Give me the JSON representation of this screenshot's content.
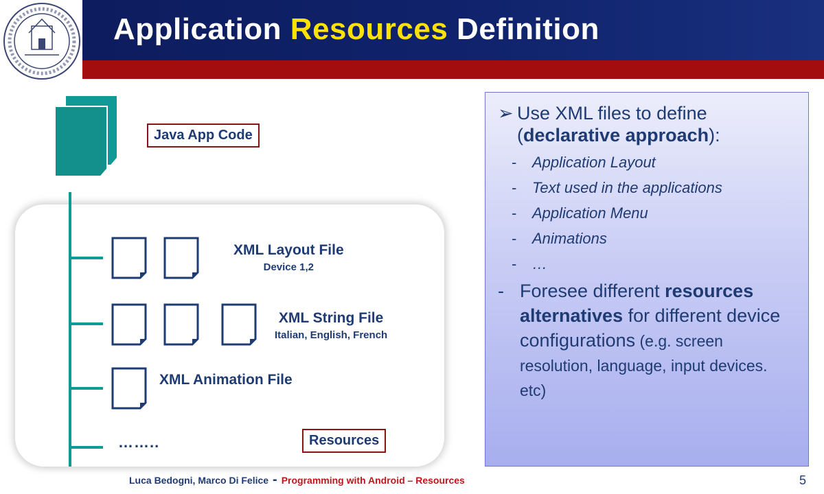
{
  "header": {
    "title_part1": "Application",
    "title_highlight": "Resources",
    "title_part2": "Definition",
    "seal_icon": "university-seal-icon",
    "colors": {
      "blue": "#10236c",
      "red": "#a30d0d",
      "highlight": "#ffe200"
    }
  },
  "diagram": {
    "java_label": "Java App Code",
    "resources_label": "Resources",
    "layout": {
      "title": "XML Layout File",
      "subtitle": "Device 1,2"
    },
    "strings": {
      "title": "XML String File",
      "subtitle": "Italian, English, French"
    },
    "animation": {
      "title": "XML Animation File"
    },
    "more": "……..",
    "colors": {
      "teal": "#0f9a96",
      "navy": "#1f3b73",
      "frame": "#8a1414"
    }
  },
  "info": {
    "intro_pre": "Use  XML files to define (",
    "intro_bold": "declarative approach",
    "intro_post": "):",
    "items": [
      "Application Layout",
      "Text used in the applications",
      "Application Menu",
      "Animations",
      "…"
    ],
    "foresee_pre": "Foresee different ",
    "foresee_bold": "resources alternatives",
    "foresee_mid": " for different device ",
    "foresee_config": "configurations",
    "foresee_small": " (e.g. screen resolution, language, input devices. etc)"
  },
  "footer": {
    "author": "Luca Bedogni, Marco Di Felice",
    "separator": "-",
    "course": "Programming with Android – Resources",
    "page": "5"
  }
}
